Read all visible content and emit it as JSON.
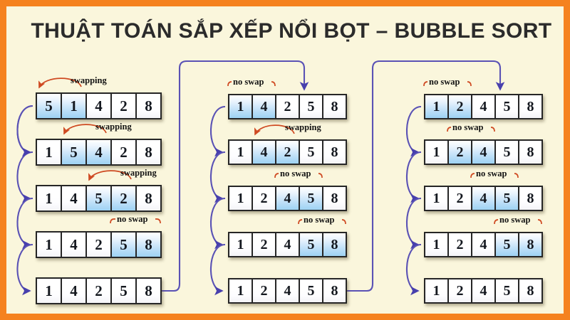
{
  "page": {
    "title": "THUẬT TOÁN SẮP XẾP NỔI BỌT – BUBBLE SORT",
    "frame_color": "#f5821f",
    "background_color": "#faf6dc",
    "title_color": "#2b2b2b",
    "highlight_color": "#9ed2f3",
    "flow_arrow_color": "#5a52b5",
    "annotation_color": "#c0481f"
  },
  "labels": {
    "swapping": "swapping",
    "no_swap": "no swap"
  },
  "passes": [
    {
      "name": "pass-1",
      "rows": [
        {
          "values": [
            "5",
            "1",
            "4",
            "2",
            "8"
          ],
          "highlight": [
            0,
            1
          ],
          "annotation": "swapping"
        },
        {
          "values": [
            "1",
            "5",
            "4",
            "2",
            "8"
          ],
          "highlight": [
            1,
            2
          ],
          "annotation": "swapping"
        },
        {
          "values": [
            "1",
            "4",
            "5",
            "2",
            "8"
          ],
          "highlight": [
            2,
            3
          ],
          "annotation": "swapping"
        },
        {
          "values": [
            "1",
            "4",
            "2",
            "5",
            "8"
          ],
          "highlight": [
            3,
            4
          ],
          "annotation": "no swap"
        },
        {
          "values": [
            "1",
            "4",
            "2",
            "5",
            "8"
          ],
          "highlight": [],
          "annotation": ""
        }
      ]
    },
    {
      "name": "pass-2",
      "rows": [
        {
          "values": [
            "1",
            "4",
            "2",
            "5",
            "8"
          ],
          "highlight": [
            0,
            1
          ],
          "annotation": "no swap"
        },
        {
          "values": [
            "1",
            "4",
            "2",
            "5",
            "8"
          ],
          "highlight": [
            1,
            2
          ],
          "annotation": "swapping"
        },
        {
          "values": [
            "1",
            "2",
            "4",
            "5",
            "8"
          ],
          "highlight": [
            2,
            3
          ],
          "annotation": "no swap"
        },
        {
          "values": [
            "1",
            "2",
            "4",
            "5",
            "8"
          ],
          "highlight": [
            3,
            4
          ],
          "annotation": "no swap"
        },
        {
          "values": [
            "1",
            "2",
            "4",
            "5",
            "8"
          ],
          "highlight": [],
          "annotation": ""
        }
      ]
    },
    {
      "name": "pass-3",
      "rows": [
        {
          "values": [
            "1",
            "2",
            "4",
            "5",
            "8"
          ],
          "highlight": [
            0,
            1
          ],
          "annotation": "no swap"
        },
        {
          "values": [
            "1",
            "2",
            "4",
            "5",
            "8"
          ],
          "highlight": [
            1,
            2
          ],
          "annotation": "no swap"
        },
        {
          "values": [
            "1",
            "2",
            "4",
            "5",
            "8"
          ],
          "highlight": [
            2,
            3
          ],
          "annotation": "no swap"
        },
        {
          "values": [
            "1",
            "2",
            "4",
            "5",
            "8"
          ],
          "highlight": [
            3,
            4
          ],
          "annotation": "no swap"
        },
        {
          "values": [
            "1",
            "2",
            "4",
            "5",
            "8"
          ],
          "highlight": [],
          "annotation": ""
        }
      ]
    }
  ]
}
